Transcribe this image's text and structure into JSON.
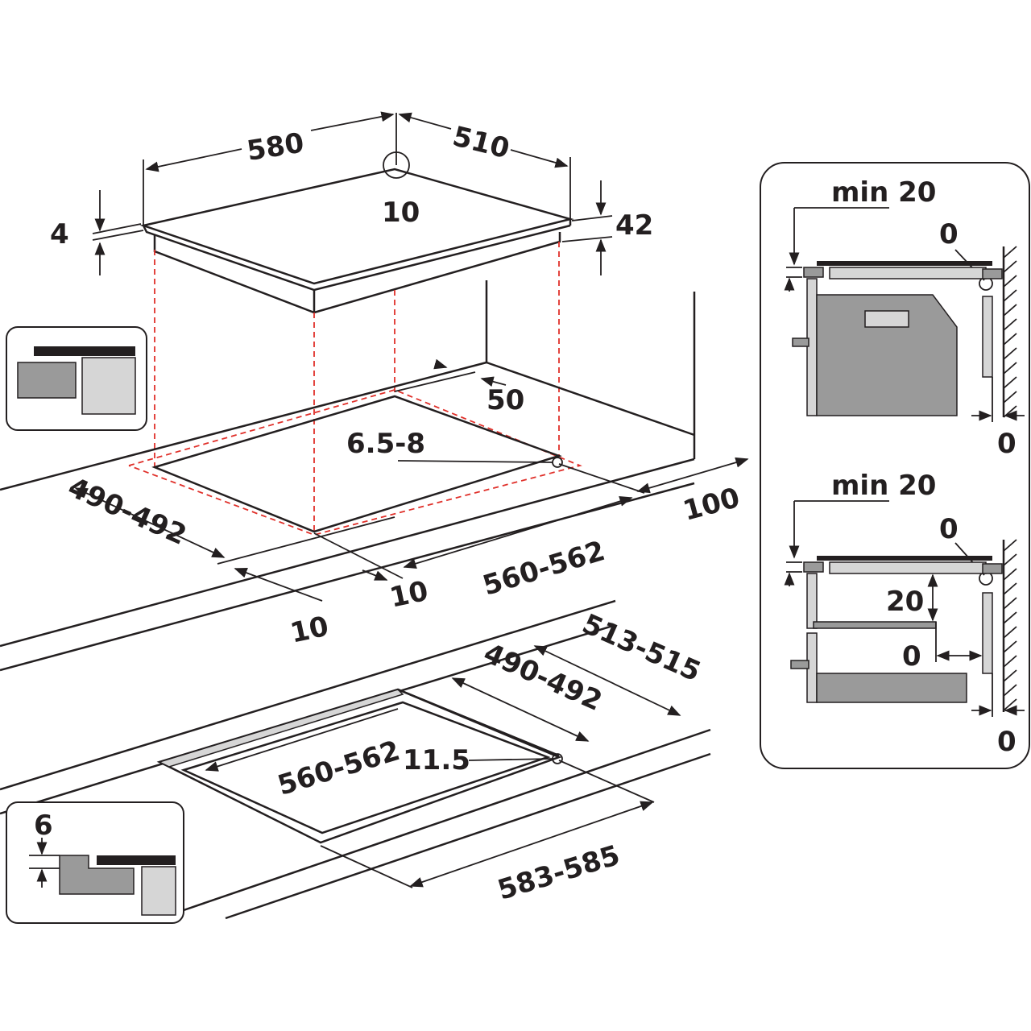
{
  "dimensions": {
    "width": "580",
    "depth": "510",
    "edge_radius": "10",
    "glass_thickness": "4",
    "total_height": "42",
    "rear_distance": "50",
    "screw_range": "6.5-8",
    "cutout_depth": "490-492",
    "cutout_width": "560-562",
    "gap_right": "10",
    "gap_left": "10",
    "wall_clearance": "100",
    "flush_outer_depth": "513-515",
    "flush_inner_depth": "490-492",
    "flush_inner_width": "560-562",
    "flush_radius": "11.5",
    "flush_outer_width": "583-585",
    "flush_step": "6"
  },
  "side_panels": {
    "top": {
      "min_label": "min 20",
      "zero_a": "0",
      "zero_b": "0"
    },
    "bottom": {
      "min_label": "min 20",
      "zero_a": "0",
      "gap": "20",
      "zero_b": "0",
      "zero_c": "0"
    }
  },
  "colors": {
    "line": "#231f20",
    "guide": "#e0302a",
    "gray": "#9a9a9a",
    "light_gray": "#d6d6d6"
  }
}
